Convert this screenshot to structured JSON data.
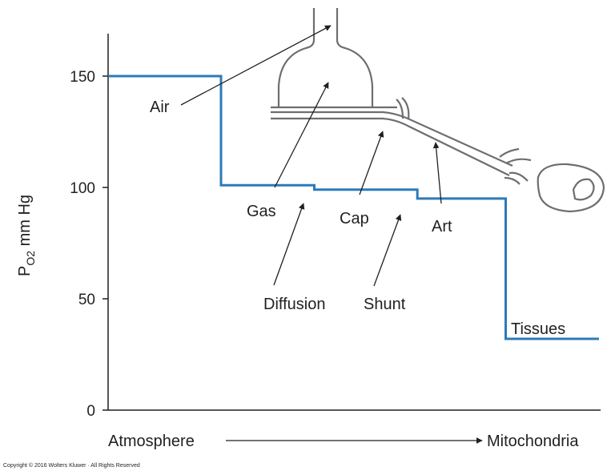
{
  "chart_data": {
    "type": "line",
    "title": "",
    "ylabel": {
      "main": "P",
      "sub": "O2",
      "unit": "mm Hg"
    },
    "xlabel": {
      "start": "Atmosphere",
      "end": "Mitochondria"
    },
    "ylim": [
      0,
      175
    ],
    "yticks": [
      "0",
      "50",
      "100",
      "150"
    ],
    "grid": false,
    "series": [
      {
        "x": [
          0,
          0.23,
          0.23,
          0.42,
          0.42,
          0.63,
          0.63,
          0.81,
          0.81,
          1
        ],
        "values": [
          150,
          150,
          101,
          101,
          99,
          99,
          95,
          95,
          32,
          32
        ],
        "color": "#2b7bb9"
      }
    ],
    "annotations": {
      "air": "Air",
      "gas": "Gas",
      "cap": "Cap",
      "art": "Art",
      "tissues": "Tissues",
      "diffusion": "Diffusion",
      "shunt": "Shunt"
    }
  },
  "colors": {
    "line": "#2b7bb9",
    "ink": "#231f20",
    "drawing": "#6d6e71"
  },
  "copyright": "Copyright © 2016 Wolters Kluwer · All Rights Reserved"
}
